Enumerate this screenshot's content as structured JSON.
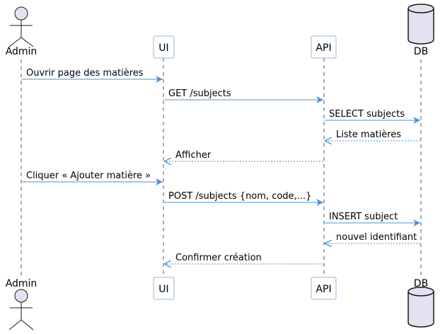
{
  "participants": [
    {
      "id": "admin",
      "label": "Admin",
      "kind": "actor"
    },
    {
      "id": "ui",
      "label": "UI",
      "kind": "participant"
    },
    {
      "id": "api",
      "label": "API",
      "kind": "participant"
    },
    {
      "id": "db",
      "label": "DB",
      "kind": "database"
    }
  ],
  "messages": [
    {
      "text": "Ouvrir page des matières",
      "from": "admin",
      "to": "ui",
      "style": "solid"
    },
    {
      "text": "GET /subjects",
      "from": "ui",
      "to": "api",
      "style": "solid"
    },
    {
      "text": "SELECT subjects",
      "from": "api",
      "to": "db",
      "style": "solid"
    },
    {
      "text": "Liste matières",
      "from": "db",
      "to": "api",
      "style": "dashed"
    },
    {
      "text": "Afficher",
      "from": "api",
      "to": "ui",
      "style": "dashed"
    },
    {
      "text": "Cliquer « Ajouter matière »",
      "from": "admin",
      "to": "ui",
      "style": "solid"
    },
    {
      "text": "POST /subjects {nom, code,...}",
      "from": "ui",
      "to": "api",
      "style": "solid"
    },
    {
      "text": "INSERT subject",
      "from": "api",
      "to": "db",
      "style": "solid"
    },
    {
      "text": "nouvel identifiant",
      "from": "db",
      "to": "api",
      "style": "dashed"
    },
    {
      "text": "Confirmer création",
      "from": "api",
      "to": "ui",
      "style": "dashed"
    }
  ],
  "colors": {
    "arrow": "#4a90d9",
    "participant_border": "#8fb9e0",
    "actor_fill": "#e2e2f0"
  }
}
